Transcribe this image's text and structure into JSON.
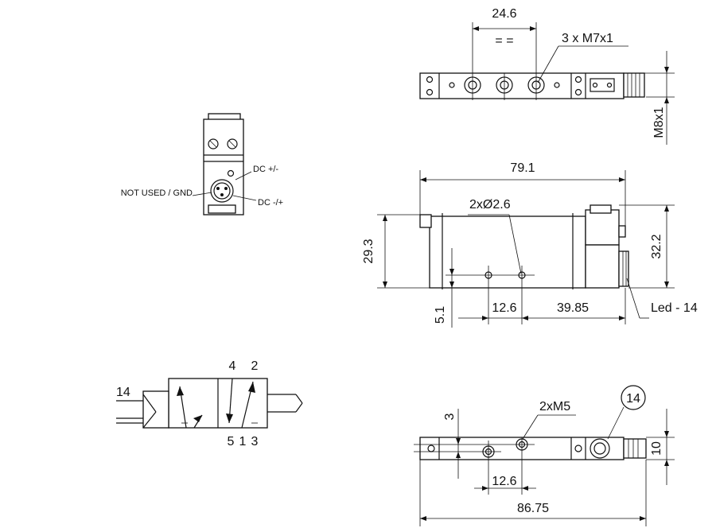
{
  "connector_view": {
    "label_not_used_gnd": "NOT USED / GND",
    "label_dc_pos_neg": "DC +/-",
    "label_dc_neg_pos": "DC -/+"
  },
  "top_view": {
    "dim_pitch": "24.6",
    "equal_marks": "= =",
    "ports_label": "3 x M7x1",
    "connector_thread": "M8x1"
  },
  "side_view": {
    "dim_length": "79.1",
    "holes_label": "2xØ2.6",
    "dim_height_left": "29.3",
    "dim_height_right": "32.2",
    "dim_hole_pitch": "12.6",
    "dim_hole_offset": "39.85",
    "dim_hole_height": "5.1",
    "led_label": "Led - 14"
  },
  "symbol": {
    "port_14": "14",
    "port_4": "4",
    "port_2": "2",
    "port_5": "5",
    "port_1": "1",
    "port_3": "3"
  },
  "bottom_view": {
    "threads_label": "2xM5",
    "dim_offset": "3",
    "dim_width": "10",
    "dim_pitch": "12.6",
    "dim_length": "86.75",
    "balloon_14": "14"
  }
}
